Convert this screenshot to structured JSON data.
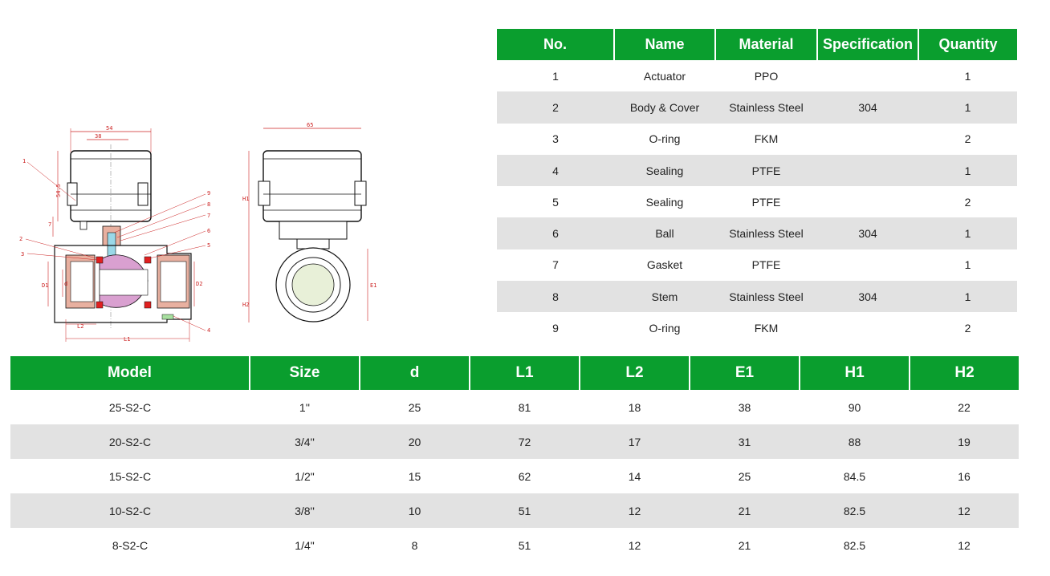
{
  "drawing": {
    "front_dims": {
      "top1": "54",
      "top2": "38",
      "height_a": "54.5",
      "height_b": "7",
      "l1": "L1",
      "l2": "L2",
      "d": "d",
      "d2": "D2",
      "d1": "D1"
    },
    "side_dims": {
      "top": "65",
      "h1": "H1",
      "h2": "H2",
      "e1": "E1"
    },
    "callouts": [
      "1",
      "2",
      "3",
      "4",
      "5",
      "6",
      "7",
      "8",
      "9"
    ]
  },
  "parts_table": {
    "headers": [
      "No.",
      "Name",
      "Material",
      "Specification",
      "Quantity"
    ],
    "rows": [
      [
        "1",
        "Actuator",
        "PPO",
        "",
        "1"
      ],
      [
        "2",
        "Body & Cover",
        "Stainless Steel",
        "304",
        "1"
      ],
      [
        "3",
        "O-ring",
        "FKM",
        "",
        "2"
      ],
      [
        "4",
        "Sealing",
        "PTFE",
        "",
        "1"
      ],
      [
        "5",
        "Sealing",
        "PTFE",
        "",
        "2"
      ],
      [
        "6",
        "Ball",
        "Stainless Steel",
        "304",
        "1"
      ],
      [
        "7",
        "Gasket",
        "PTFE",
        "",
        "1"
      ],
      [
        "8",
        "Stem",
        "Stainless Steel",
        "304",
        "1"
      ],
      [
        "9",
        "O-ring",
        "FKM",
        "",
        "2"
      ]
    ]
  },
  "spec_table": {
    "headers": [
      "Model",
      "Size",
      "d",
      "L1",
      "L2",
      "E1",
      "H1",
      "H2"
    ],
    "rows": [
      [
        "25-S2-C",
        "1''",
        "25",
        "81",
        "18",
        "38",
        "90",
        "22"
      ],
      [
        "20-S2-C",
        "3/4''",
        "20",
        "72",
        "17",
        "31",
        "88",
        "19"
      ],
      [
        "15-S2-C",
        "1/2\"",
        "15",
        "62",
        "14",
        "25",
        "84.5",
        "16"
      ],
      [
        "10-S2-C",
        "3/8''",
        "10",
        "51",
        "12",
        "21",
        "82.5",
        "12"
      ],
      [
        "8-S2-C",
        "1/4\"",
        "8",
        "51",
        "12",
        "21",
        "82.5",
        "12"
      ]
    ]
  },
  "colors": {
    "header_green": "#0a9e2e",
    "row_alt": "#e2e2e2",
    "dim_red": "#cc2222",
    "seal_red": "#e02020",
    "ball_pink": "#d9a0d0",
    "body_pink": "#e8b0a0",
    "stem_blue": "#9ad8e8"
  }
}
